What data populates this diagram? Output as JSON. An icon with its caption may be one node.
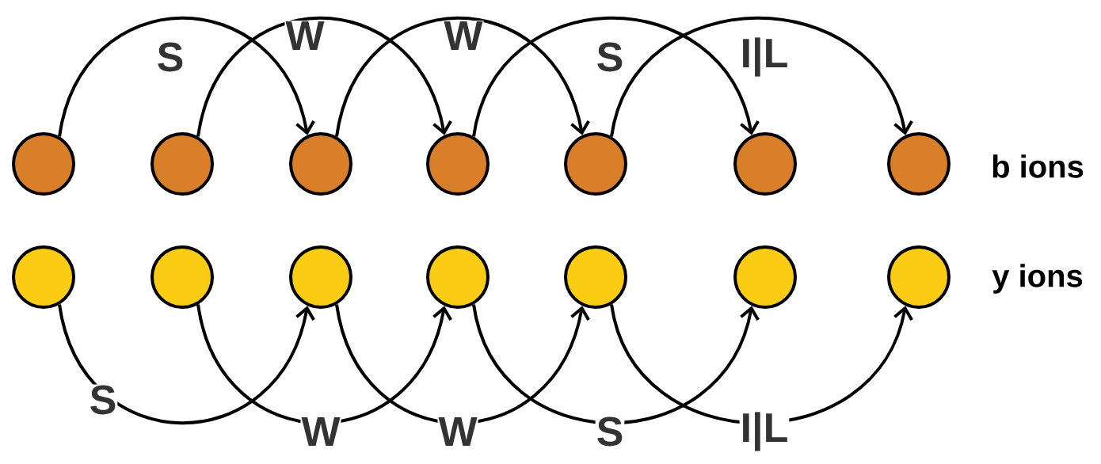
{
  "diagram": {
    "nodes": [
      {
        "text": [],
        "shape": "circle"
      },
      {
        "text": [],
        "shape": "circle"
      },
      {
        "text": [],
        "shape": "circle"
      },
      {
        "text": [],
        "shape": "circle"
      },
      {
        "text": [],
        "shape": "circle"
      },
      {
        "text": [],
        "shape": "circle"
      },
      {
        "text": [],
        "shape": "circle"
      },
      {
        "text": [],
        "shape": "circle"
      },
      {
        "text": [],
        "shape": "circle"
      },
      {
        "text": [],
        "shape": "circle"
      },
      {
        "text": [],
        "shape": "circle"
      },
      {
        "text": [],
        "shape": "circle"
      },
      {
        "text": [],
        "shape": "circle"
      },
      {
        "text": [],
        "shape": "circle"
      }
    ],
    "edges": [
      {
        "from": 0,
        "to": 2,
        "arrow": "to",
        "label": "S"
      },
      {
        "from": 1,
        "to": 3,
        "arrow": "to",
        "label": "W"
      },
      {
        "from": 2,
        "to": 4,
        "arrow": "to",
        "label": "W"
      },
      {
        "from": 3,
        "to": 5,
        "arrow": "to",
        "label": "S"
      },
      {
        "from": 4,
        "to": 6,
        "arrow": "to",
        "label": "I|L"
      },
      {
        "from": 7,
        "to": 9,
        "arrow": "to",
        "label": "S"
      },
      {
        "from": 8,
        "to": 10,
        "arrow": "to",
        "label": "W"
      },
      {
        "from": 9,
        "to": 11,
        "arrow": "to",
        "label": "W"
      },
      {
        "from": 10,
        "to": 12,
        "arrow": "to",
        "label": "S"
      },
      {
        "from": 11,
        "to": 13,
        "arrow": "to",
        "label": "I|L"
      }
    ],
    "labels": [
      "b ions",
      "y ions"
    ]
  }
}
